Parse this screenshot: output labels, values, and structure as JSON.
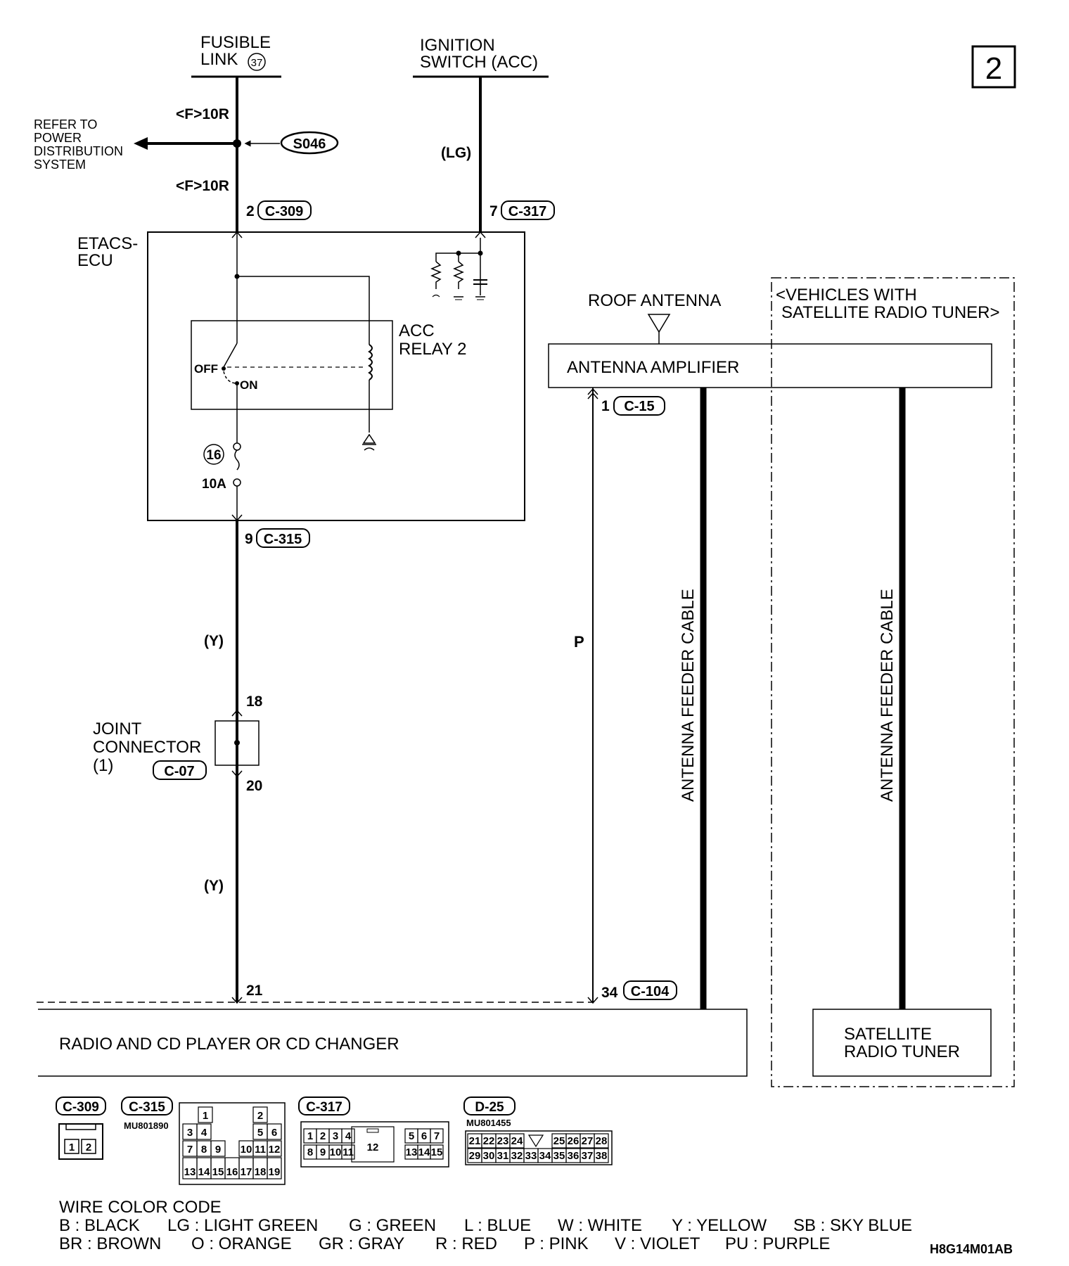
{
  "page_number": "2",
  "sources": {
    "fusible_link": {
      "line1": "FUSIBLE",
      "line2": "LINK",
      "number": "37"
    },
    "ignition_switch": {
      "line1": "IGNITION",
      "line2": "SWITCH (ACC)"
    }
  },
  "refer_to": [
    "REFER TO",
    "POWER",
    "DISTRIBUTION",
    "SYSTEM"
  ],
  "splice": "S046",
  "wires": {
    "f10r_top": "<F>10R",
    "f10r_bottom": "<F>10R",
    "lg": "(LG)",
    "y_upper": "(Y)",
    "y_lower": "(Y)",
    "p": "P"
  },
  "connectors": {
    "c309": {
      "pin": "2",
      "id": "C-309"
    },
    "c317": {
      "pin": "7",
      "id": "C-317"
    },
    "c315": {
      "pin": "9",
      "id": "C-315"
    },
    "c15": {
      "pin": "1",
      "id": "C-15"
    },
    "c104": {
      "pin": "34",
      "id": "C-104"
    },
    "radio_pin": "21"
  },
  "etacs": {
    "line1": "ETACS-",
    "line2": "ECU"
  },
  "relay": {
    "line1": "ACC",
    "line2": "RELAY 2",
    "off": "OFF",
    "on": "ON"
  },
  "fuse": {
    "number": "16",
    "rating": "10A"
  },
  "joint_connector": {
    "line1": "JOINT",
    "line2": "CONNECTOR",
    "line3": "(1)",
    "id": "C-07",
    "pin_in": "18",
    "pin_out": "20"
  },
  "roof_antenna": "ROOF ANTENNA",
  "antenna_amplifier": "ANTENNA AMPLIFIER",
  "vehicles_note": {
    "line1": "<VEHICLES WITH",
    "line2": "SATELLITE RADIO TUNER>"
  },
  "feeder_cable_1": "ANTENNA FEEDER CABLE",
  "feeder_cable_2": "ANTENNA FEEDER CABLE",
  "radio": "RADIO AND CD PLAYER OR CD CHANGER",
  "satellite_tuner": {
    "line1": "SATELLITE",
    "line2": "RADIO TUNER"
  },
  "legend_connectors": {
    "c309": {
      "id": "C-309",
      "pins": [
        "1",
        "2"
      ]
    },
    "c315": {
      "id": "C-315",
      "part": "MU801890",
      "row1": [
        "1",
        "2"
      ],
      "row2": [
        "3",
        "4",
        "5",
        "6"
      ],
      "row3": [
        "7",
        "8",
        "9",
        "10",
        "11",
        "12"
      ],
      "row4": [
        "13",
        "14",
        "15",
        "16",
        "17",
        "18",
        "19"
      ]
    },
    "c317": {
      "id": "C-317",
      "row1": [
        "1",
        "2",
        "3",
        "4",
        "5",
        "6",
        "7"
      ],
      "row2": [
        "8",
        "9",
        "10",
        "11",
        "13",
        "14",
        "15"
      ],
      "center": "12"
    },
    "d25": {
      "id": "D-25",
      "part": "MU801455",
      "row1": [
        "21",
        "22",
        "23",
        "24",
        "25",
        "26",
        "27",
        "28"
      ],
      "row2": [
        "29",
        "30",
        "31",
        "32",
        "33",
        "34",
        "35",
        "36",
        "37",
        "38"
      ]
    }
  },
  "color_code": {
    "title": "WIRE COLOR CODE",
    "row1": [
      "B : BLACK",
      "LG : LIGHT GREEN",
      "G : GREEN",
      "L : BLUE",
      "W : WHITE",
      "Y : YELLOW",
      "SB : SKY BLUE"
    ],
    "row2": [
      "BR : BROWN",
      "O : ORANGE",
      "GR : GRAY",
      "R : RED",
      "P : PINK",
      "V : VIOLET",
      "PU : PURPLE"
    ]
  },
  "figure_code": "H8G14M01AB"
}
